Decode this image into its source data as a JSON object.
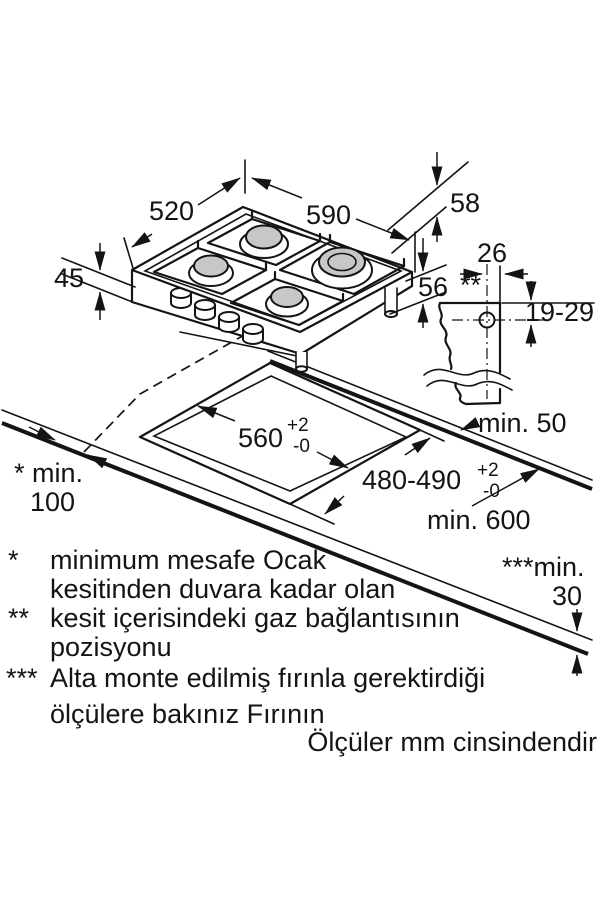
{
  "dims": {
    "d520": "520",
    "d590": "590",
    "d58": "58",
    "d45": "45",
    "d56": "56",
    "d26": "26",
    "d19_29": "19-29",
    "gas_marker": "**",
    "d560": "560",
    "d560_tol_top": "+2",
    "d560_tol_bot": "-0",
    "d480": "480-490",
    "d480_tol_top": "+2",
    "d480_tol_bot": "-0",
    "min50": "min. 50",
    "min600": "min. 600",
    "min100_label": "* min.",
    "min100_value": "100",
    "min30_label": "***min.",
    "min30_value": "30"
  },
  "footnotes": [
    {
      "marker": "*",
      "line1": "minimum mesafe Ocak",
      "line2": "kesitinden duvara kadar olan"
    },
    {
      "marker": "**",
      "line1": "kesit içerisindeki gaz bağlantısının",
      "line2": "pozisyonu"
    },
    {
      "marker": "***",
      "line1": "Alta monte edilmiş fırınla gerektirdiği",
      "line2": "ölçülere bakınız Fırının"
    }
  ],
  "units_note": "Ölçüler mm cinsindendir"
}
